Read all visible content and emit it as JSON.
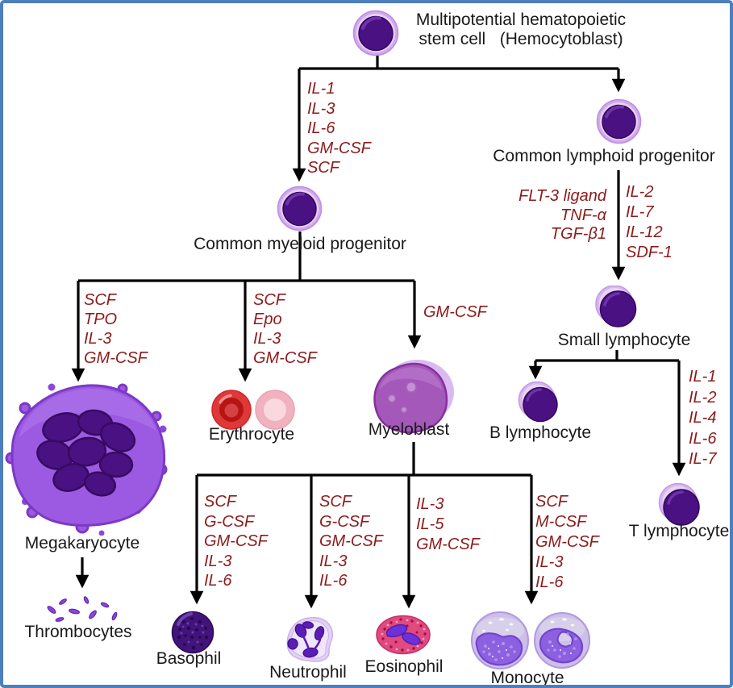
{
  "diagram_title": "Hematopoiesis lineage diagram",
  "colors": {
    "border_blue": "#4d7fbe",
    "factor_text_red": "#8e1b1b",
    "label_text": "#1a1a1a",
    "connector_black": "#000000",
    "cell_nucleus_purple": "#4a1182",
    "cell_halo_lavender": "#d2a9ec",
    "megakaryocyte_purple": "#9c5ae2",
    "erythrocyte_red": "#df3838",
    "erythrocyte_pink": "#f1b2bf",
    "eosinophil_pink": "#e04a7e",
    "monocyte_nucleus": "#8d60e1"
  },
  "nodes": {
    "stem_cell": {
      "label": "Multipotential hematopoietic\nstem cell   (Hemocytoblast)"
    },
    "lymphoid_progenitor": {
      "label": "Common lymphoid progenitor"
    },
    "myeloid_progenitor": {
      "label": "Common myeloid progenitor"
    },
    "small_lymphocyte": {
      "label": "Small lymphocyte"
    },
    "b_lymphocyte": {
      "label": "B lymphocyte"
    },
    "t_lymphocyte": {
      "label": "T lymphocyte"
    },
    "megakaryocyte": {
      "label": "Megakaryocyte"
    },
    "thrombocytes": {
      "label": "Thrombocytes"
    },
    "erythrocyte": {
      "label": "Erythrocyte"
    },
    "myeloblast": {
      "label": "Myeloblast"
    },
    "basophil": {
      "label": "Basophil"
    },
    "neutrophil": {
      "label": "Neutrophil"
    },
    "eosinophil": {
      "label": "Eosinophil"
    },
    "monocyte": {
      "label": "Monocyte"
    }
  },
  "edges": {
    "stem_to_myeloid": {
      "factors": [
        "IL-1",
        "IL-3",
        "IL-6",
        "GM-CSF",
        "SCF"
      ]
    },
    "lymphoid_to_small_left": {
      "factors": [
        "FLT-3 ligand",
        "TNF-α",
        "TGF-β1"
      ]
    },
    "lymphoid_to_small_right": {
      "factors": [
        "IL-2",
        "IL-7",
        "IL-12",
        "SDF-1"
      ]
    },
    "small_to_t": {
      "factors": [
        "IL-1",
        "IL-2",
        "IL-4",
        "IL-6",
        "IL-7"
      ]
    },
    "myeloid_to_megakaryocyte": {
      "factors": [
        "SCF",
        "TPO",
        "IL-3",
        "GM-CSF"
      ]
    },
    "myeloid_to_erythrocyte": {
      "factors": [
        "SCF",
        "Epo",
        "IL-3",
        "GM-CSF"
      ]
    },
    "myeloid_to_myeloblast": {
      "factors": [
        "GM-CSF"
      ]
    },
    "myeloblast_to_basophil": {
      "factors": [
        "SCF",
        "G-CSF",
        "GM-CSF",
        "IL-3",
        "IL-6"
      ]
    },
    "myeloblast_to_neutrophil": {
      "factors": [
        "SCF",
        "G-CSF",
        "GM-CSF",
        "IL-3",
        "IL-6"
      ]
    },
    "myeloblast_to_eosinophil": {
      "factors": [
        "IL-3",
        "IL-5",
        "GM-CSF"
      ]
    },
    "myeloblast_to_monocyte": {
      "factors": [
        "SCF",
        "M-CSF",
        "GM-CSF",
        "IL-3",
        "IL-6"
      ]
    }
  },
  "icons": {
    "stem_cell": "round-purple-cell-icon",
    "progenitor": "round-purple-cell-icon",
    "lymphocyte": "round-purple-cell-offset-halo-icon",
    "megakaryocyte": "large-lobed-purple-cell-icon",
    "thrombocytes": "platelet-fragments-icon",
    "erythrocyte": "red-blood-cells-icon",
    "myeloblast": "irregular-purple-blob-cell-icon",
    "basophil": "dark-speckled-cell-icon",
    "neutrophil": "multilobed-nucleus-cell-icon",
    "eosinophil": "pink-speckled-bilobed-cell-icon",
    "monocyte": "kidney-nucleus-cell-pair-icon"
  }
}
